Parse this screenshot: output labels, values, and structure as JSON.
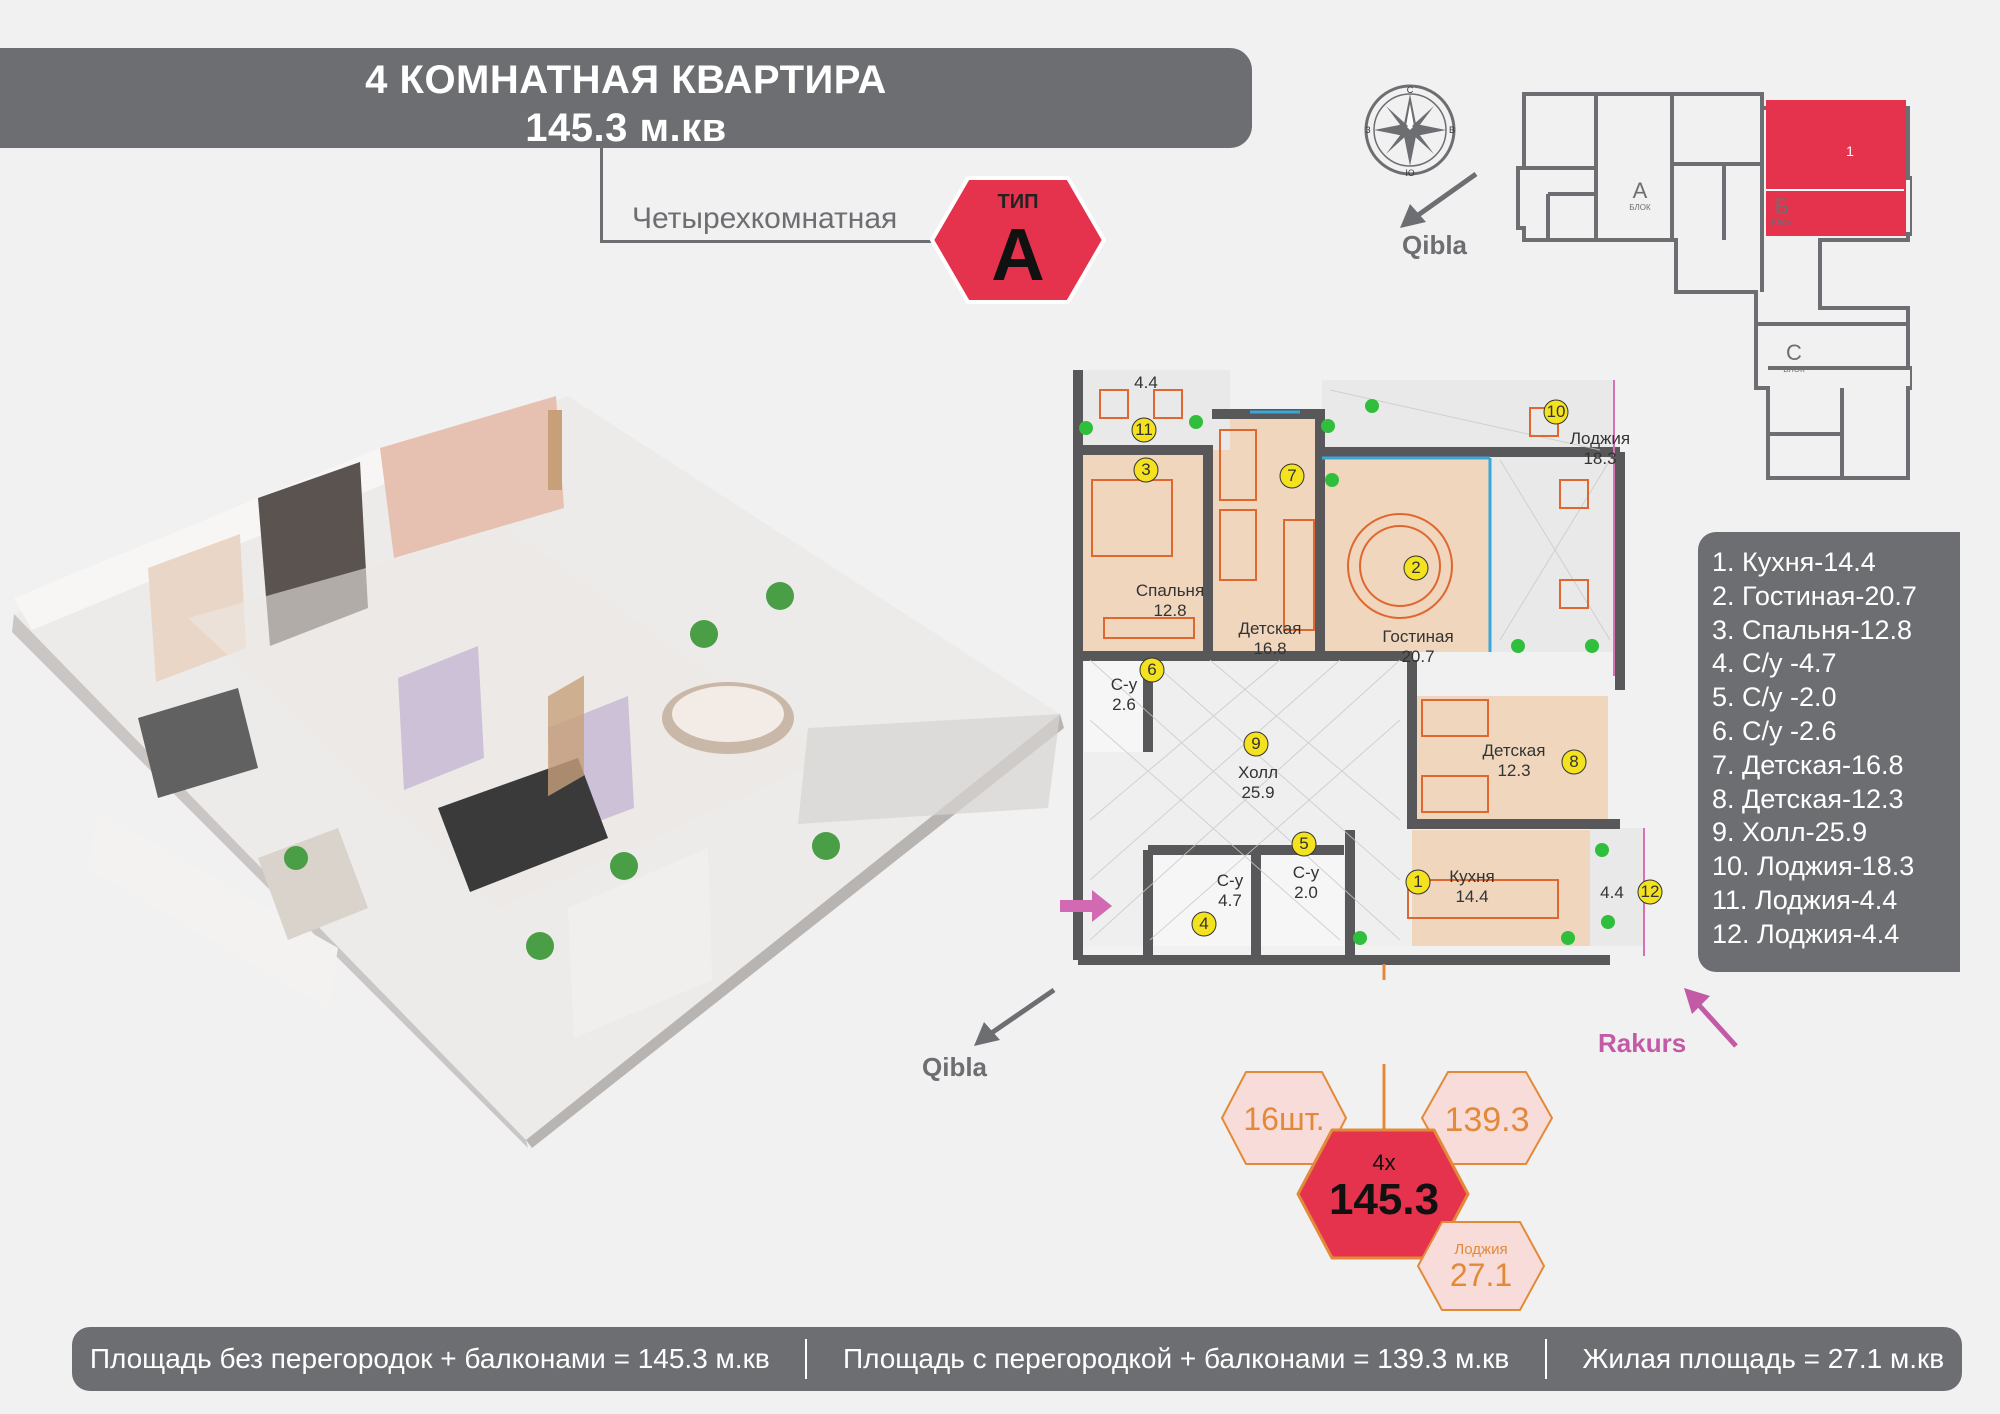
{
  "header": {
    "title": "4 КОМНАТНАЯ КВАРТИРА",
    "area": "145.3 м.кв"
  },
  "subtitle": "Четырехкомнатная",
  "type_badge": {
    "prefix": "ТИП",
    "letter": "А",
    "color": "#e5334d"
  },
  "compass": {
    "north": "С",
    "east": "В",
    "south": "Ю",
    "west": "З"
  },
  "qibla_top": "Qibla",
  "qibla_bottom": "Qibla",
  "rakurs": "Rakurs",
  "building": {
    "blocks": [
      {
        "letter": "A",
        "sub": "БЛОК"
      },
      {
        "letter": "Б",
        "sub": "БЛОК"
      },
      {
        "letter": "С",
        "sub": "БЛОК"
      }
    ],
    "highlight_number": "1",
    "highlight_color": "#e5334d"
  },
  "legend": [
    "1. Кухня-14.4",
    "2. Гостиная-20.7",
    "3. Спальня-12.8",
    "4. С/у -4.7",
    "5. С/у -2.0",
    "6. С/у -2.6",
    "7. Детская-16.8",
    "8. Детская-12.3",
    "9. Холл-25.9",
    "10. Лоджия-18.3",
    "11. Лоджия-4.4",
    "12. Лоджия-4.4"
  ],
  "rooms": [
    {
      "num": "1",
      "name": "Кухня",
      "area": "14.4"
    },
    {
      "num": "2",
      "name": "Гостиная",
      "area": "20.7"
    },
    {
      "num": "3",
      "name": "Спальня",
      "area": "12.8"
    },
    {
      "num": "4",
      "name": "С-у",
      "area": "4.7"
    },
    {
      "num": "5",
      "name": "С-у",
      "area": "2.0"
    },
    {
      "num": "6",
      "name": "С-у",
      "area": "2.6"
    },
    {
      "num": "7",
      "name": "Детская",
      "area": "16.8"
    },
    {
      "num": "8",
      "name": "Детская",
      "area": "12.3"
    },
    {
      "num": "9",
      "name": "Холл",
      "area": "25.9"
    },
    {
      "num": "10",
      "name": "Лоджия",
      "area": "18.3"
    },
    {
      "num": "11",
      "name": "",
      "area": "4.4"
    },
    {
      "num": "12",
      "name": "",
      "area": "4.4"
    }
  ],
  "badges": {
    "count": "16шт.",
    "partition_area": "139.3",
    "main_prefix": "4х",
    "main_area": "145.3",
    "loggia_label": "Лоджия",
    "loggia_area": "27.1"
  },
  "bottom": {
    "no_partitions": "Площадь без перегородок + балконами = 145.3 м.кв",
    "with_partitions": "Площадь с перегородкой + балконами = 139.3 м.кв",
    "living": "Жилая площадь = 27.1 м.кв"
  }
}
